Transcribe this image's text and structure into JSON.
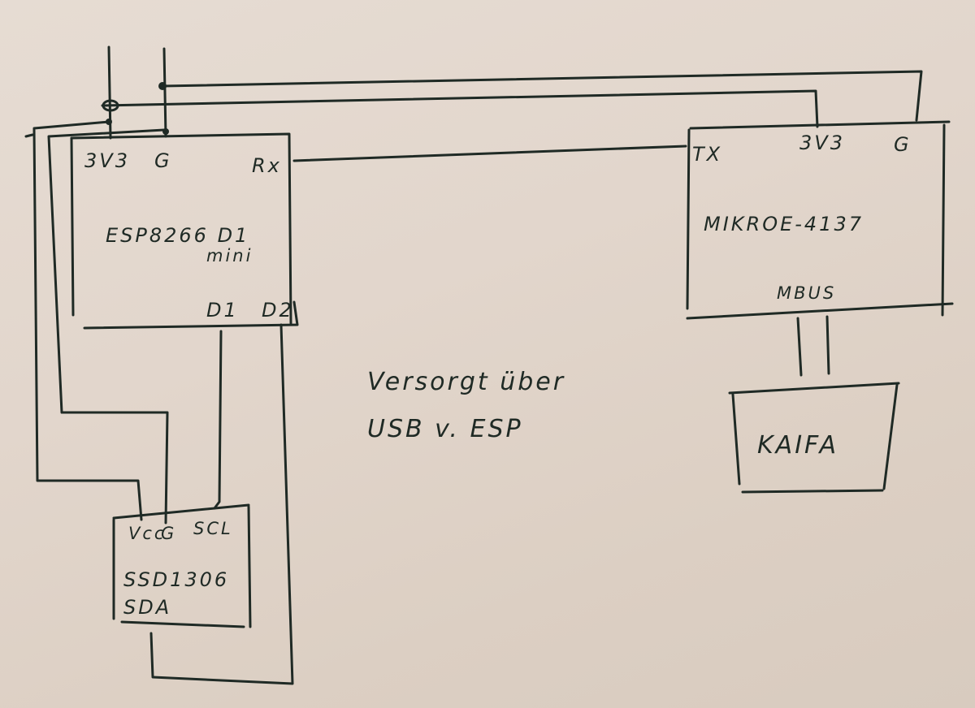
{
  "esp": {
    "pin_3v3": "3V3",
    "pin_g": "G",
    "pin_rx": "Rx",
    "name_line1": "ESP8266 D1",
    "name_line2": "mini",
    "pin_d1": "D1",
    "pin_d2": "D2"
  },
  "mikroe": {
    "pin_tx": "TX",
    "pin_3v3": "3V3",
    "pin_g": "G",
    "name": "MIKROE-4137",
    "pin_mbus": "MBUS"
  },
  "meter": {
    "name": "KAIFA"
  },
  "display": {
    "pin_vcc": "Vcc",
    "pin_g": "G",
    "pin_scl": "SCL",
    "name": "SSD1306",
    "pin_sda": "SDA"
  },
  "note": {
    "line1": "Versorgt über",
    "line2": "USB v. ESP"
  }
}
